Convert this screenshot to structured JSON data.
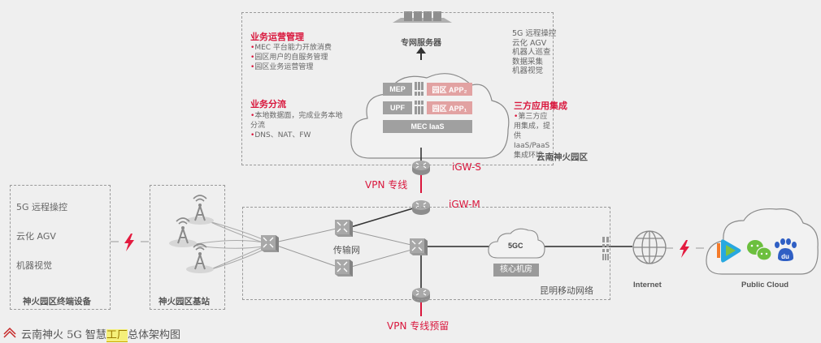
{
  "park_zone": {
    "title": "云南神火园区",
    "ops": {
      "heading": "业务运营管理",
      "items": [
        "MEC 平台能力开放消费",
        "园区用户的自服务管理",
        "园区业务运营管理"
      ]
    },
    "offload": {
      "heading": "业务分流",
      "items": [
        "本地数据面，完成业务本地分流",
        "DNS、NAT、FW"
      ]
    },
    "third_party": {
      "heading": "三方应用集成",
      "items": [
        "第三方应用集成，提供 IaaS/PaaS 集成环境"
      ]
    },
    "apps_list": [
      "5G 远程操控",
      "云化 AGV",
      "机器人巡查",
      "数据采集",
      "机器视觉"
    ],
    "server_label": "专网服务器",
    "mec": {
      "mep": "MEP",
      "upf": "UPF",
      "app2": "园区 APP₂",
      "app1": "园区 APP₁",
      "iaas": "MEC IaaS"
    }
  },
  "gateways": {
    "igw_s": "iGW-S",
    "igw_m": "iGW-M",
    "vpn": "VPN 专线",
    "vpn_reserved": "VPN 专线预留"
  },
  "terminals": {
    "title": "神火园区终端设备",
    "items": [
      "5G 远程操控",
      "云化 AGV",
      "机器视觉"
    ]
  },
  "base_station": {
    "title": "神火园区基站"
  },
  "mobile_network": {
    "title": "昆明移动网络",
    "transport": "传输网",
    "core_cloud": "5GC",
    "core_room": "核心机房"
  },
  "internet": {
    "label": "Internet"
  },
  "public_cloud": {
    "label": "Public Cloud",
    "apps": [
      "tencent-video",
      "wechat",
      "baidu"
    ]
  },
  "caption": {
    "prefix": "云南神火 5G 智慧",
    "highlight": "工厂",
    "suffix": "总体架构图"
  },
  "colors": {
    "accent_red": "#d9163c",
    "device_gray": "#a0a0a0",
    "app_pink": "#e2a2a2",
    "background": "#efefef"
  }
}
